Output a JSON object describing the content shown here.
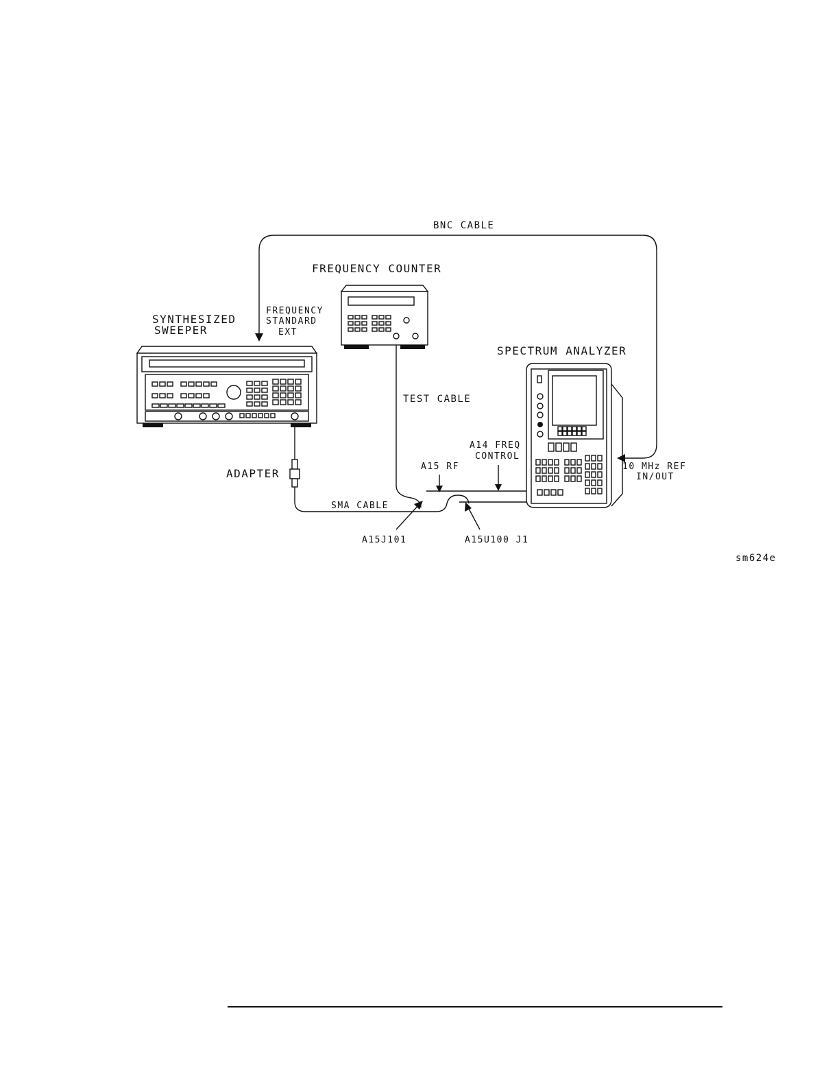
{
  "labels": {
    "bnc_cable": "BNC CABLE",
    "frequency_counter": "FREQUENCY COUNTER",
    "synthesized": "SYNTHESIZED",
    "sweeper": "SWEEPER",
    "frequency": "FREQUENCY",
    "standard": "STANDARD",
    "ext": "EXT",
    "spectrum_analyzer": "SPECTRUM ANALYZER",
    "test_cable": "TEST CABLE",
    "a14_freq": "A14 FREQ",
    "control": "CONTROL",
    "a15_rf": "A15 RF",
    "adapter": "ADAPTER",
    "ref_10mhz": "10 MHz REF",
    "in_out": "IN/OUT",
    "sma_cable": "SMA CABLE",
    "a15j101": "A15J101",
    "a15u100_j1": "A15U100 J1",
    "figure_id": "sm624e"
  }
}
